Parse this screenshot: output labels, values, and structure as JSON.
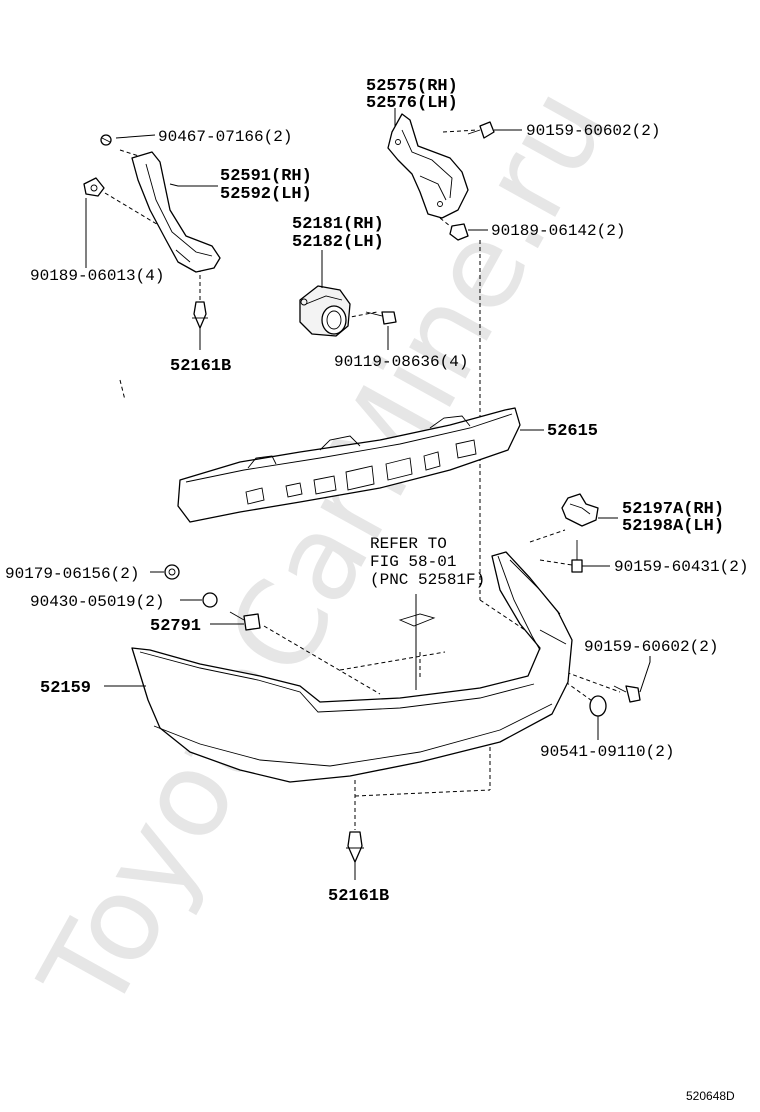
{
  "watermark": "ToyotaCarMine.ru",
  "diagram_code": "520648D",
  "labels": {
    "p52575": "52575(RH)",
    "p52576": "52576(LH)",
    "p90467": "90467-07166(2)",
    "p90159_60602_top": "90159-60602(2)",
    "p52591": "52591(RH)",
    "p52592": "52592(LH)",
    "p52181": "52181(RH)",
    "p52182": "52182(LH)",
    "p90189_06142": "90189-06142(2)",
    "p90189_06013": "90189-06013(4)",
    "p90119_08636": "90119-08636(4)",
    "p52161b_top": "52161B",
    "p52615": "52615",
    "p52197a": "52197A(RH)",
    "p52198a": "52198A(LH)",
    "refer1": "REFER TO",
    "refer2": "FIG 58-01",
    "refer3": "(PNC 52581F)",
    "p90179": "90179-06156(2)",
    "p90159_60431": "90159-60431(2)",
    "p90430": "90430-05019(2)",
    "p52791": "52791",
    "p90159_60602_bottom": "90159-60602(2)",
    "p52159": "52159",
    "p90541": "90541-09110(2)",
    "p52161b_bottom": "52161B"
  }
}
